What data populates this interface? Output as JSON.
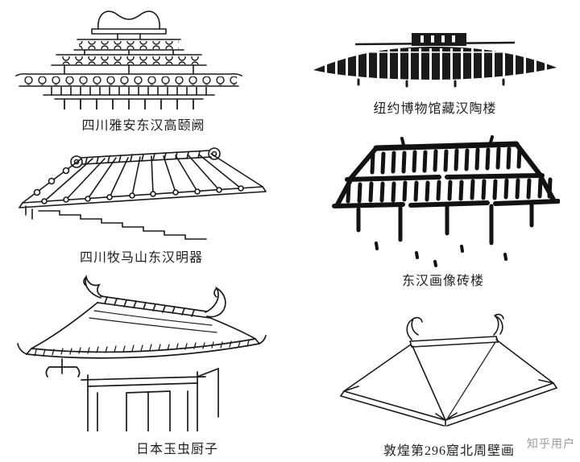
{
  "page": {
    "watermark": "知乎用户"
  },
  "colors": {
    "ink": "#1a1a1a",
    "background": "#ffffff",
    "watermark": "#9b9b9b"
  },
  "figures": [
    {
      "id": "gaoyi-que",
      "caption": "四川雅安东汉高颐阙"
    },
    {
      "id": "ny-museum-pottery",
      "caption": "纽约博物馆藏汉陶楼"
    },
    {
      "id": "mumashan-mingqi",
      "caption": "四川牧马山东汉明器"
    },
    {
      "id": "han-brick-tower",
      "caption": "东汉画像砖楼"
    },
    {
      "id": "tamamushi-shrine",
      "caption": "日本玉虫厨子"
    },
    {
      "id": "dunhuang-cave-296",
      "caption": "敦煌第296窟北周壁画"
    }
  ]
}
